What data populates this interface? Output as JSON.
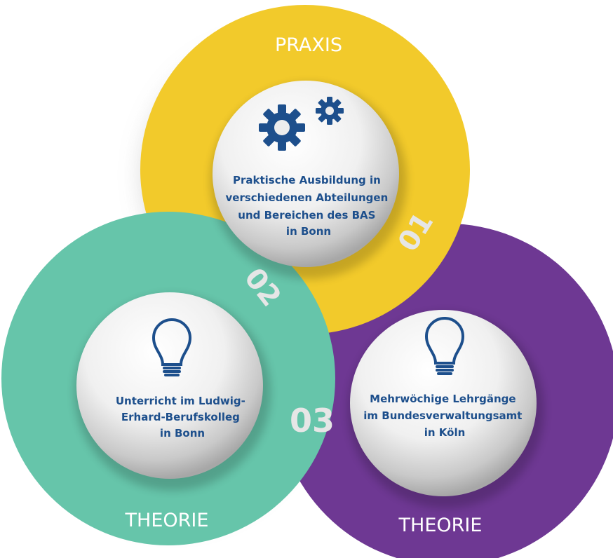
{
  "circles": [
    {
      "id": "praxis",
      "number": "01",
      "label": "PRAXIS",
      "text_lines": [
        "Praktische Ausbildung in",
        "verschiedenen Abteilungen",
        "und Bereichen des BAS",
        "in Bonn"
      ],
      "icon": "gears-icon",
      "color": "#f2ca2b"
    },
    {
      "id": "theorie-bonn",
      "number": "02",
      "label": "THEORIE",
      "text_lines": [
        "Unterricht im Ludwig-",
        "Erhard-Berufskolleg",
        "in Bonn"
      ],
      "icon": "lightbulb-icon",
      "color": "#66c5aa"
    },
    {
      "id": "theorie-koeln",
      "number": "03",
      "label": "THEORIE",
      "text_lines": [
        "Mehrwöchige Lehrgänge",
        "im Bundesverwaltungsamt",
        "in Köln"
      ],
      "icon": "lightbulb-icon",
      "color": "#6e3893"
    }
  ],
  "colors": {
    "center_text": "#1d4f8c",
    "number_text": "#e6e6e6"
  }
}
